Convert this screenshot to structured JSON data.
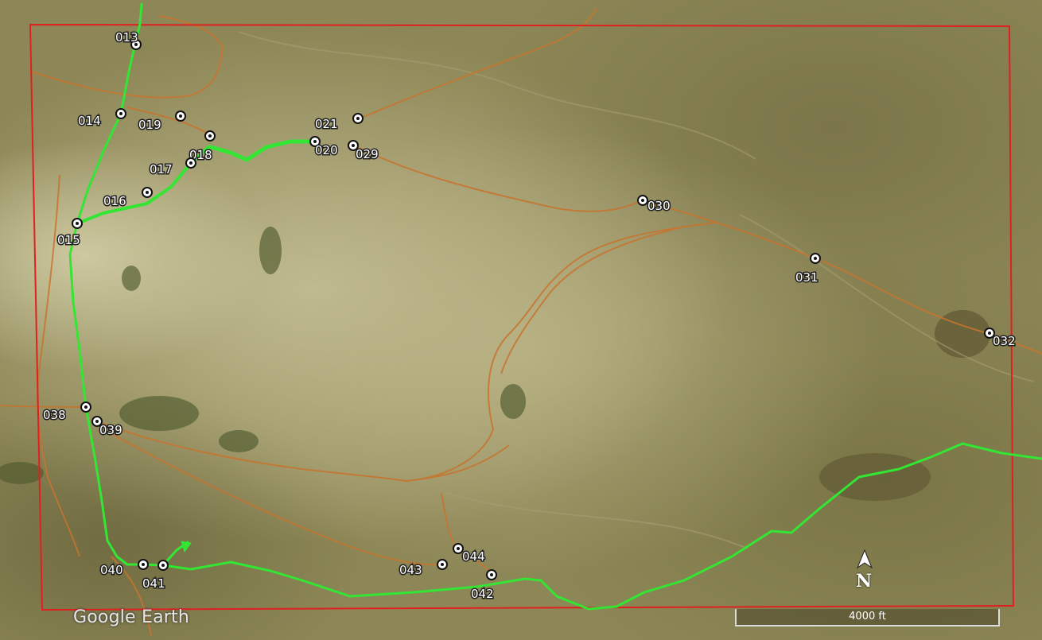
{
  "brand": "Google Earth",
  "scale_label": "4000 ft",
  "north_label": "N",
  "colors": {
    "boundary": "#e02020",
    "track": "#33e633",
    "roads": "#c8742e",
    "label_fill": "#ffffff"
  },
  "icons": {
    "waypoint": "target-circle-icon",
    "north": "north-arrow-icon"
  },
  "waypoints": [
    {
      "id": "013",
      "label": "013"
    },
    {
      "id": "014",
      "label": "014"
    },
    {
      "id": "019",
      "label": "019"
    },
    {
      "id": "018",
      "label": "018"
    },
    {
      "id": "017",
      "label": "017"
    },
    {
      "id": "016",
      "label": "016"
    },
    {
      "id": "015",
      "label": "015"
    },
    {
      "id": "021",
      "label": "021"
    },
    {
      "id": "020",
      "label": "020"
    },
    {
      "id": "029",
      "label": "029"
    },
    {
      "id": "030",
      "label": "030"
    },
    {
      "id": "031",
      "label": "031"
    },
    {
      "id": "032",
      "label": "032"
    },
    {
      "id": "038",
      "label": "038"
    },
    {
      "id": "039",
      "label": "039"
    },
    {
      "id": "040",
      "label": "040"
    },
    {
      "id": "041",
      "label": "041"
    },
    {
      "id": "043",
      "label": "043"
    },
    {
      "id": "044",
      "label": "044"
    },
    {
      "id": "042",
      "label": "042"
    }
  ]
}
